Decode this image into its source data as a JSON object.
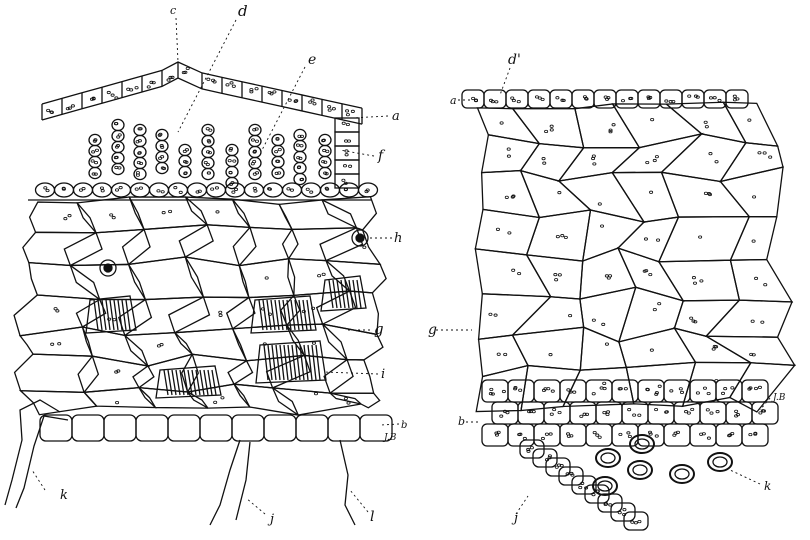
{
  "figure": {
    "ink_color": "#111111",
    "paper_color": "#ffffff",
    "left_panel": {
      "labels": [
        "c",
        "d",
        "e",
        "a",
        "f",
        "h",
        "g",
        "i",
        "b",
        "J.B",
        "k",
        "j",
        "l"
      ]
    },
    "right_panel": {
      "labels": [
        "d'",
        "a",
        "g",
        "b",
        "J.B",
        "j",
        "k"
      ]
    }
  }
}
